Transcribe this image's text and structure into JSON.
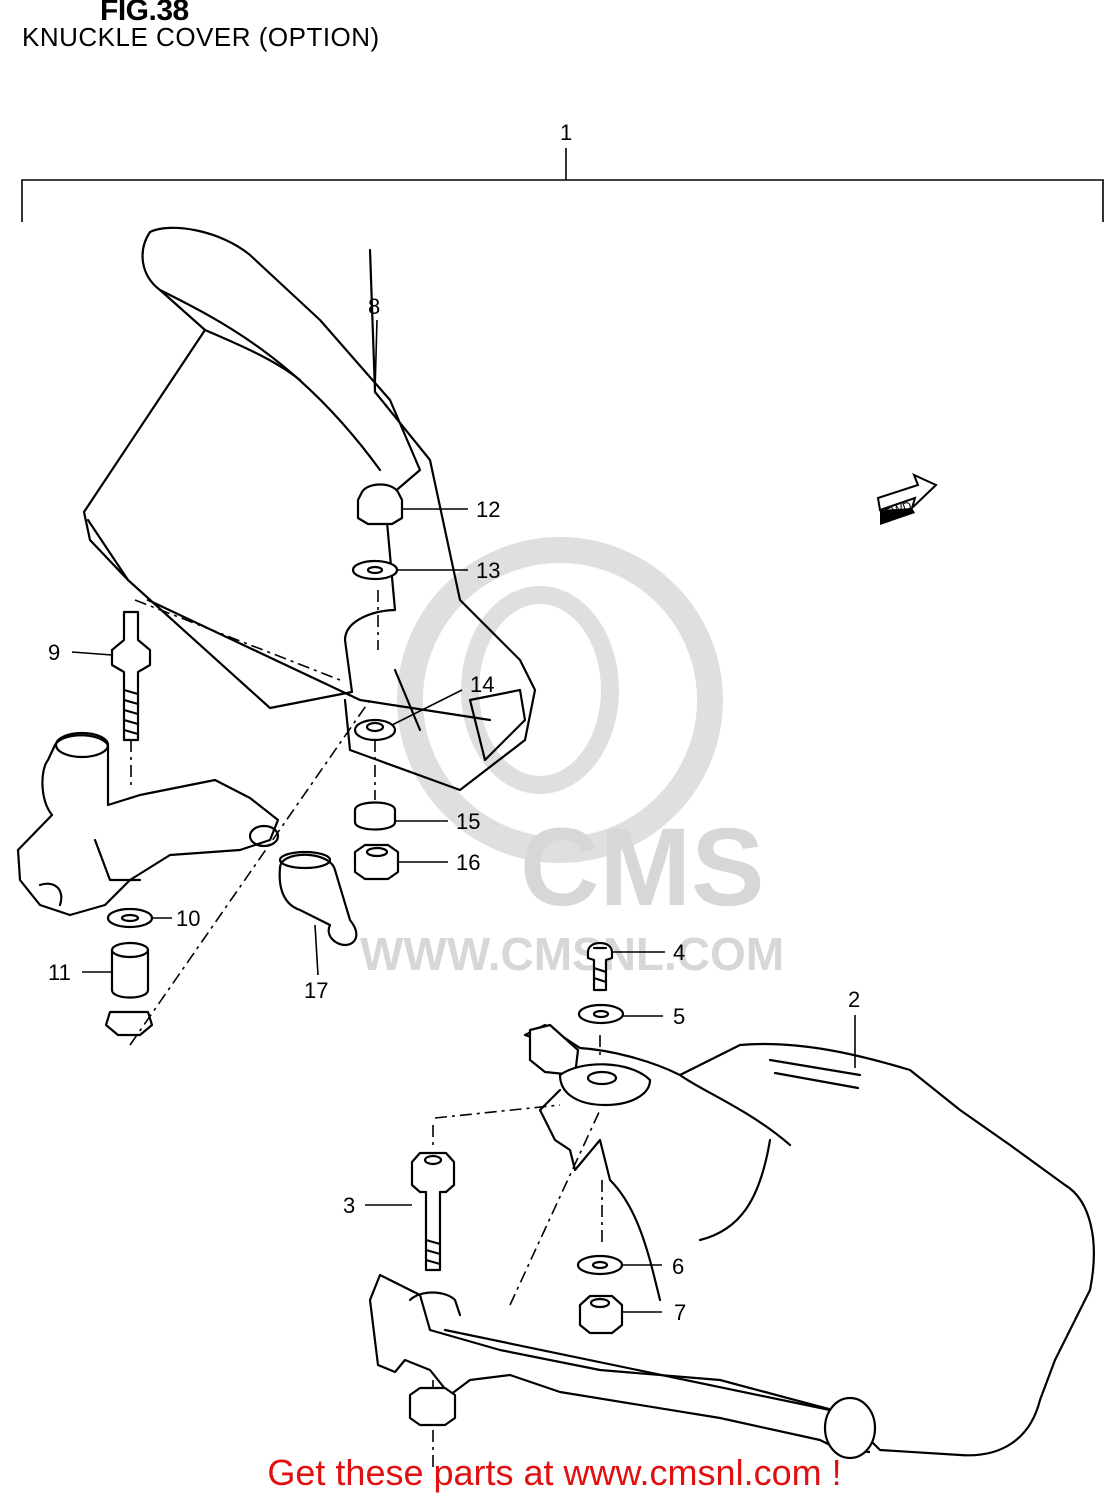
{
  "figure": {
    "title": "FIG.38",
    "subtitle": "KNUCKLE COVER (OPTION)"
  },
  "direction_tag": "FWD",
  "callouts": [
    {
      "id": "1",
      "label": "1"
    },
    {
      "id": "2",
      "label": "2"
    },
    {
      "id": "3",
      "label": "3"
    },
    {
      "id": "4",
      "label": "4"
    },
    {
      "id": "5",
      "label": "5"
    },
    {
      "id": "6",
      "label": "6"
    },
    {
      "id": "7",
      "label": "7"
    },
    {
      "id": "8",
      "label": "8"
    },
    {
      "id": "9",
      "label": "9"
    },
    {
      "id": "10",
      "label": "10"
    },
    {
      "id": "11",
      "label": "11"
    },
    {
      "id": "12",
      "label": "12"
    },
    {
      "id": "13",
      "label": "13"
    },
    {
      "id": "14",
      "label": "14"
    },
    {
      "id": "15",
      "label": "15"
    },
    {
      "id": "16",
      "label": "16"
    },
    {
      "id": "17",
      "label": "17"
    }
  ],
  "watermark": {
    "brand": "CMS",
    "url": "WWW.CMSNL.COM"
  },
  "footer": {
    "text": "Get these parts at www.cmsnl.com !",
    "color": "#e01010"
  }
}
